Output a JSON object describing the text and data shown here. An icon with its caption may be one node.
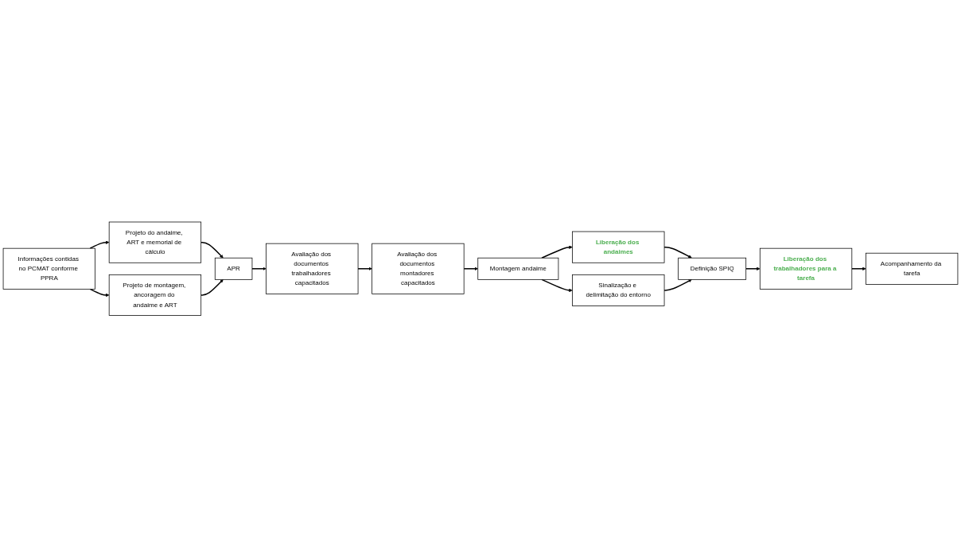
{
  "diagram": {
    "nodes": [
      {
        "text": [
          "Informações contidas no PCMAT conforme PPRA"
        ]
      },
      {
        "text": [
          "Projeto do andaime, ART e memorial de cálculo"
        ]
      },
      {
        "text": [
          "Projeto de montagem, ancoragem do andaime e ART"
        ]
      },
      {
        "text": [
          "APR"
        ]
      },
      {
        "text": [
          "Avaliação dos documentos trabalhadores capacitados"
        ]
      },
      {
        "text": [
          "Avaliação dos documentos montadores capacitados"
        ]
      },
      {
        "text": [
          "Montagem andaime"
        ]
      },
      {
        "text": [
          "Liberação dos andaimes"
        ]
      },
      {
        "text": [
          "Sinalização e delimitação do entorno"
        ]
      },
      {
        "text": [
          "Definição SPIQ"
        ]
      },
      {
        "text": [
          "Liberação dos trabalhadores para a tarefa"
        ]
      },
      {
        "text": [
          "Acompanhamento da tarefa"
        ]
      }
    ],
    "edges": [
      {
        "from": 0,
        "to": 1,
        "arrow": "to"
      },
      {
        "from": 0,
        "to": 2,
        "arrow": "to"
      },
      {
        "from": 1,
        "to": 3,
        "arrow": "to"
      },
      {
        "from": 2,
        "to": 3,
        "arrow": "to"
      },
      {
        "from": 3,
        "to": 4,
        "arrow": "to"
      },
      {
        "from": 4,
        "to": 5,
        "arrow": "to"
      },
      {
        "from": 5,
        "to": 6,
        "arrow": "to"
      },
      {
        "from": 6,
        "to": 7,
        "arrow": "to"
      },
      {
        "from": 6,
        "to": 8,
        "arrow": "to"
      },
      {
        "from": 7,
        "to": 9,
        "arrow": "to"
      },
      {
        "from": 8,
        "to": 9,
        "arrow": "to"
      },
      {
        "from": 9,
        "to": 10,
        "arrow": "to"
      },
      {
        "from": 10,
        "to": 11,
        "arrow": "to"
      }
    ]
  }
}
